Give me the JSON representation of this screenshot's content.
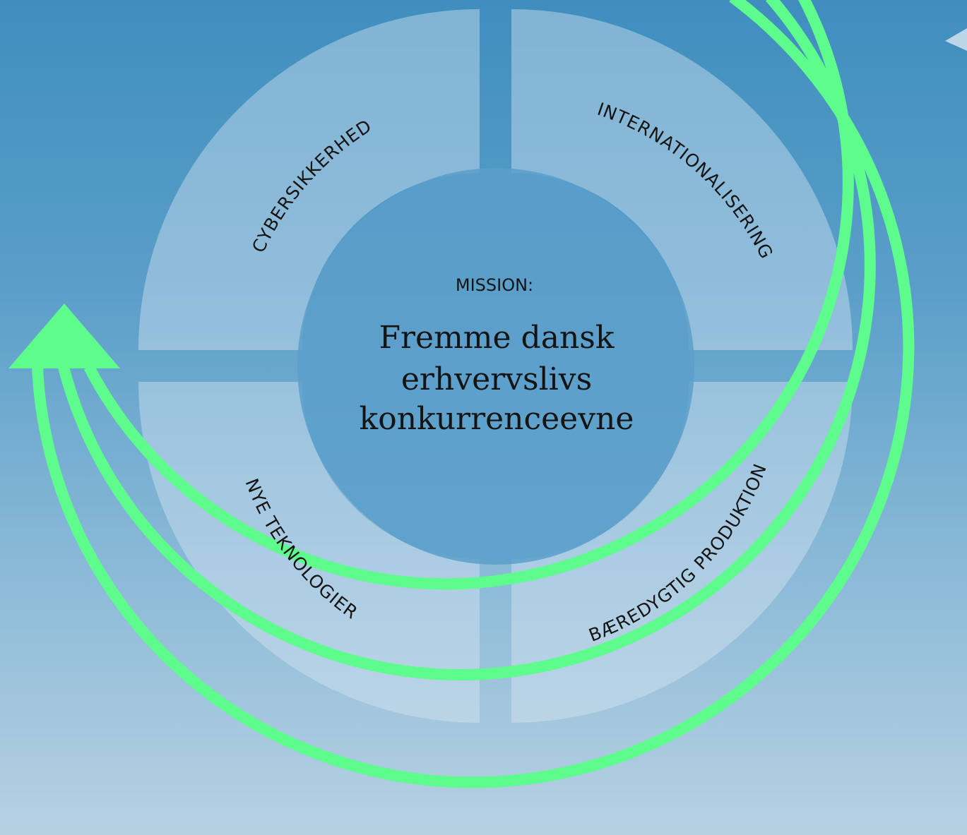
{
  "diagram": {
    "center": {
      "label": "MISSION:",
      "lines": [
        "Fremme dansk",
        "erhvervslivs",
        "konkurrenceevne"
      ]
    },
    "segments": [
      {
        "id": "cyber",
        "label": "CYBERSIKKERHED"
      },
      {
        "id": "intl",
        "label": "INTERNATIONALISERING"
      },
      {
        "id": "tech",
        "label": "NYE TEKNOLOGIER"
      },
      {
        "id": "sust",
        "label": "BÆREDYGTIG PRODUKTION"
      }
    ],
    "colors": {
      "background_top": "#3f8ebe",
      "background_bottom": "#b7d1e2",
      "segment_fill": "#dbe8f2",
      "center_fill": "#5b9fca",
      "arrow": "#5dfc8c"
    }
  }
}
